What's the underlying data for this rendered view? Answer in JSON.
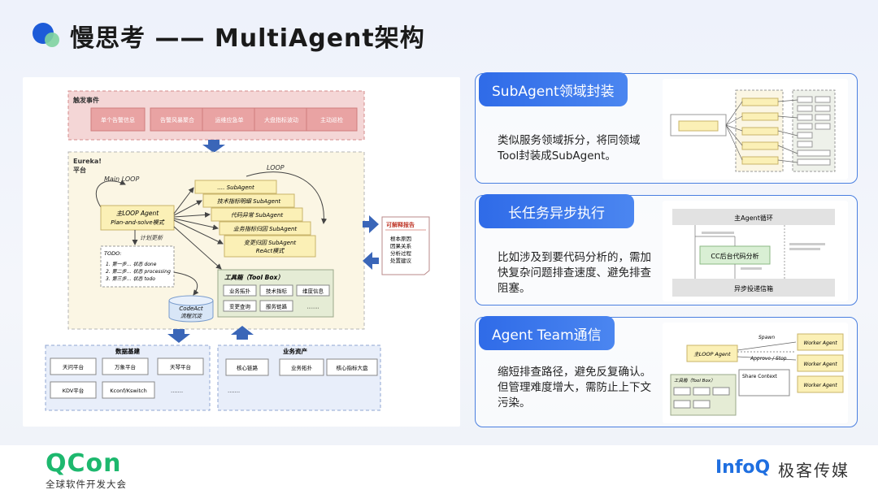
{
  "title": "慢思考 —— MultiAgent架构",
  "left_diagram": {
    "trigger": {
      "label": "触发事件",
      "items": [
        "单个告警信息",
        "告警风暴聚合",
        "运维应急单",
        "大盘指标波动",
        "主动巡检"
      ]
    },
    "platform": {
      "label_line1": "Eureka!",
      "label_line2": "平台",
      "main_loop": "Main LOOP",
      "loop": "LOOP",
      "main_agent_line1": "主LOOP Agent",
      "main_agent_line2": "Plan-and-solve模式",
      "plan_update": "计划更新",
      "todo": {
        "title": "TODO:",
        "items": [
          "1. 第一步… 状态 done",
          "2. 第二步… 状态 processing",
          "3. 第三步… 状态 todo"
        ]
      },
      "codeact_line1": "CodeAct",
      "codeact_line2": "流程沉淀",
      "subagents": [
        "…. SubAgent",
        "技术指标明细 SubAgent",
        "代码异常 SubAgent",
        "业务指标归因 SubAgent"
      ],
      "change_agent_line1": "变更归因 SubAgent",
      "change_agent_line2": "ReAct模式",
      "toolbox": {
        "title": "工具箱（Tool Box）",
        "items": [
          "业务拓扑",
          "技术指标",
          "维度信息",
          "变更查询",
          "服务链路",
          "……."
        ]
      }
    },
    "report": {
      "title": "可解释报告",
      "items": [
        "根本原因",
        "因果关系",
        "分析过程",
        "处置建议"
      ]
    },
    "data_base": {
      "title": "数据基建",
      "items": [
        "天问平台",
        "万象平台",
        "天琴平台",
        "KDV平台",
        "Kconf/Kswitch",
        "……."
      ]
    },
    "business_assets": {
      "title": "业务资产",
      "items": [
        "核心链路",
        "业务拓扑",
        "核心指标大盘",
        "……."
      ]
    }
  },
  "cards": [
    {
      "tag": "SubAgent领域封装",
      "desc": "类似服务领域拆分，将同领域Tool封装成SubAgent。"
    },
    {
      "tag": "长任务异步执行",
      "desc": "比如涉及到要代码分析的，需加快复杂问题排查速度、避免排查阻塞。",
      "fig": {
        "main": "主Agent循环",
        "cc": "CC后台代码分析",
        "async": "异步投递信箱"
      }
    },
    {
      "tag": "Agent Team通信",
      "desc": "缩短排查路径，避免反复确认。但管理难度增大，需防止上下文污染。",
      "fig": {
        "main": "主LOOP Agent",
        "toolbox": "工具箱（Tool Box）",
        "spawn": "Spawn",
        "approve": "Approve / Stop",
        "share": "Share Context",
        "workers": [
          "Worker Agent",
          "Worker Agent",
          "Worker Agent"
        ]
      }
    }
  ],
  "footer": {
    "qcon": "QCon",
    "qcon_sub": "全球软件开发大会",
    "infoq": "InfoQ",
    "geek": "极客传媒"
  },
  "colors": {
    "accent": "#2f6be8",
    "qcon_green": "#1db86e",
    "trigger_red": "#e9a3a3",
    "subagent_yellow": "#fbf0b6",
    "toolbox_green": "#e5ecd5"
  }
}
